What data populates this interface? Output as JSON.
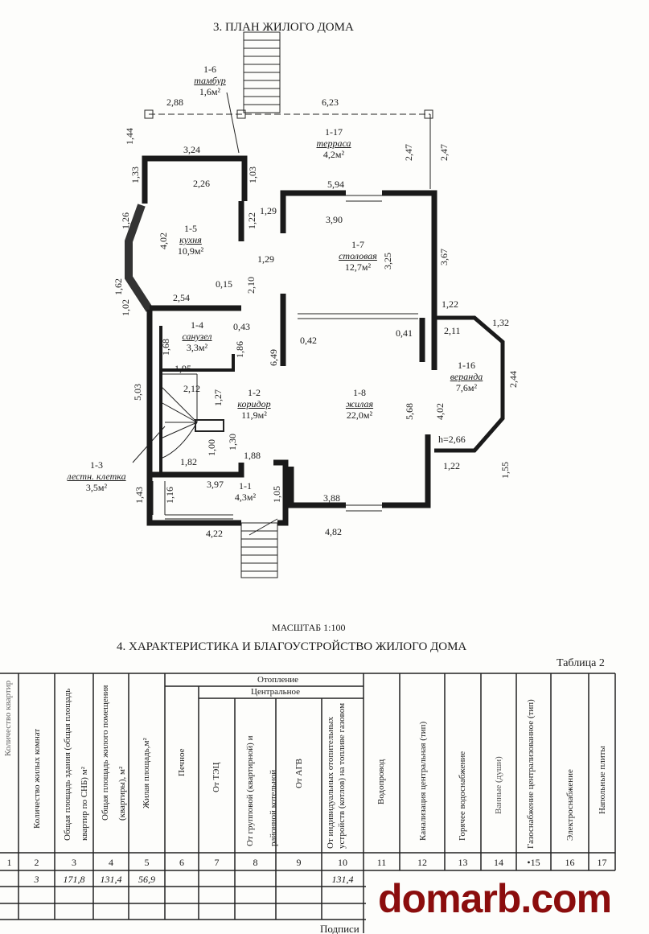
{
  "section3_title": "3.    ПЛАН ЖИЛОГО ДОМА",
  "rooms": [
    {
      "id": "1-6",
      "name": "тамбур",
      "area": "1,6м²"
    },
    {
      "id": "1-17",
      "name": "терраса",
      "area": "4,2м²"
    },
    {
      "id": "1-5",
      "name": "кухня",
      "area": "10,9м²"
    },
    {
      "id": "1-7",
      "name": "столовая",
      "area": "12,7м²"
    },
    {
      "id": "1-4",
      "name": "санузел",
      "area": "3,3м²"
    },
    {
      "id": "1-16",
      "name": "веранда",
      "area": "7,6м²"
    },
    {
      "id": "1-2",
      "name": "коридор",
      "area": "11,9м²"
    },
    {
      "id": "1-8",
      "name": "жилая",
      "area": "22,0м²"
    },
    {
      "id": "1-3",
      "name": "лестн. клетка",
      "area": "3,5м²"
    },
    {
      "id": "1-1",
      "name": "",
      "area": "4,3м²"
    }
  ],
  "dims": [
    "2,88",
    "6,23",
    "1,44",
    "3,24",
    "1,33",
    "2,26",
    "1,03",
    "2,47",
    "2,47",
    "5,94",
    "1,26",
    "4,02",
    "1,22",
    "1,29",
    "1,29",
    "3,90",
    "3,25",
    "3,67",
    "1,62",
    "0,15",
    "2,10",
    "1,02",
    "2,54",
    "0,43",
    "1,22",
    "1,32",
    "2,11",
    "0,41",
    "0,42",
    "6,49",
    "1,68",
    "1,86",
    "1,95",
    "2,44",
    "2,12",
    "1,27",
    "5,03",
    "5,68",
    "4,02",
    "1,30",
    "1,00",
    "1,88",
    "1,82",
    "h=2,66",
    "1,55",
    "1,22",
    "3,97",
    "1,43",
    "1,16",
    "1,05",
    "3,88",
    "4,22",
    "4,82"
  ],
  "scale_label": "МАСШТАБ 1:100",
  "section4_title": "4.  ХАРАКТЕРИСТИКА И БЛАГОУСТРОЙСТВО ЖИЛОГО ДОМА",
  "table_label": "Таблица 2",
  "table": {
    "group_heating": "Отопление",
    "group_central": "Центральное",
    "headers": [
      "Количество квартир",
      "Количество жилых комнат",
      "Общая площадь здания (общая площадь квартир по СНБ) м²",
      "Общая площадь жилого помещения (квартиры), м²",
      "Жилая площадь,м²",
      "Печное",
      "От ТЭЦ",
      "От групповой (квартирной) и районной котельной",
      "От АГВ",
      "От индивидуальных отопительных устройств (котлов) на топливе газовом",
      "Водопровод",
      "Канализация центральная (тип)",
      "Горячее водоснабжение",
      "Ванные (души)",
      "Газоснабжение централизованное (тип)",
      "Электроснабжение",
      "Напольные плиты"
    ],
    "numbers": [
      "1",
      "2",
      "3",
      "4",
      "5",
      "6",
      "7",
      "8",
      "9",
      "10",
      "11",
      "12",
      "13",
      "14",
      "•15",
      "16",
      "17"
    ],
    "row1": {
      "c2": "3",
      "c3": "171,8",
      "c4": "131,4",
      "c5": "56,9",
      "c10": "131,4"
    }
  },
  "signature_label": "Подписи",
  "watermark": "domarb.com"
}
